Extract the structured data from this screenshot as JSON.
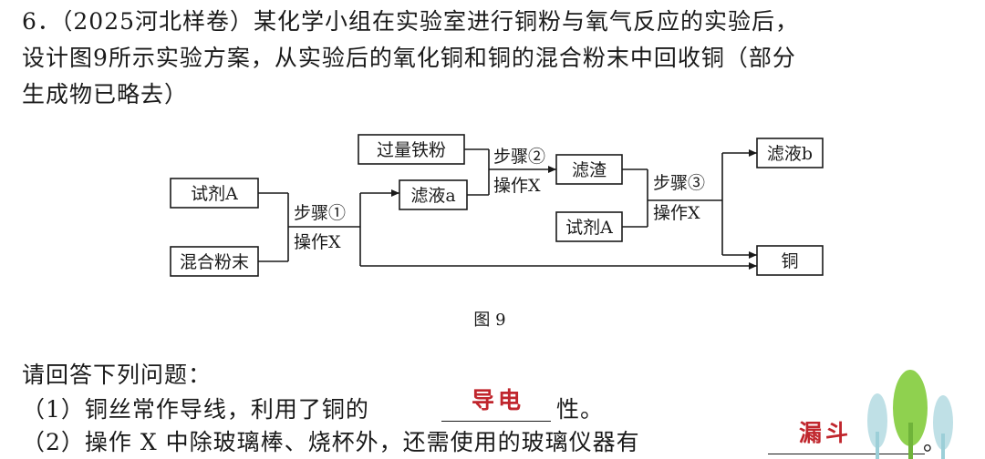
{
  "question": {
    "line1": "6．（2025河北样卷）某化学小组在实验室进行铜粉与氧气反应的实验后，",
    "line2": "设计图9所示实验方案，从实验后的氧化铜和铜的混合粉末中回收铜（部分",
    "line3": "生成物已略去）"
  },
  "diagram": {
    "box_reagent_a": "试剂A",
    "box_mixed_powder": "混合粉末",
    "step1_label": "步骤①",
    "step1_op": "操作X",
    "box_filtrate_a": "滤液a",
    "box_excess_iron": "过量铁粉",
    "step2_label": "步骤②",
    "step2_op": "操作X",
    "box_residue": "滤渣",
    "box_reagent_a2": "试剂A",
    "step3_label": "步骤③",
    "step3_op": "操作X",
    "box_filtrate_b": "滤液b",
    "box_copper": "铜",
    "caption": "图 9"
  },
  "prompt": "请回答下列问题：",
  "q1": {
    "text_before": "（1）铜丝常作导线，利用了铜的",
    "answer": "导电",
    "text_after": "性。"
  },
  "q2": {
    "text_before": "（2）操作 X 中除玻璃棒、烧杯外，还需使用的玻璃仪器有",
    "answer": "漏斗",
    "text_after": "。"
  },
  "colors": {
    "answer": "#c0262d",
    "tree_light": "#bfe0e6",
    "tree_green": "#8fd14f"
  }
}
